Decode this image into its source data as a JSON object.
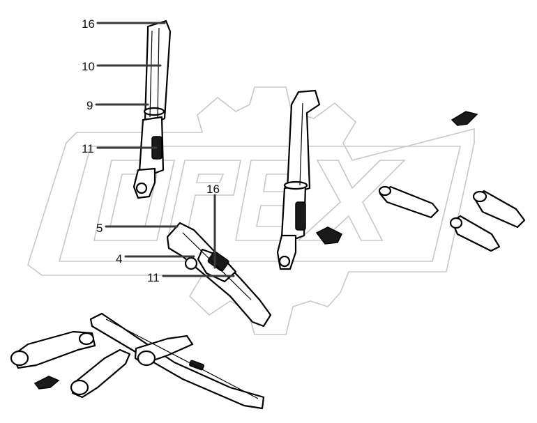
{
  "watermark": {
    "text": "OPEX"
  },
  "callouts": [
    {
      "id": "c1",
      "label": "16"
    },
    {
      "id": "c2",
      "label": "10"
    },
    {
      "id": "c3",
      "label": "9"
    },
    {
      "id": "c4",
      "label": "11"
    },
    {
      "id": "c5",
      "label": "16"
    },
    {
      "id": "c6",
      "label": "5"
    },
    {
      "id": "c7",
      "label": "4"
    },
    {
      "id": "c8",
      "label": "11"
    }
  ]
}
